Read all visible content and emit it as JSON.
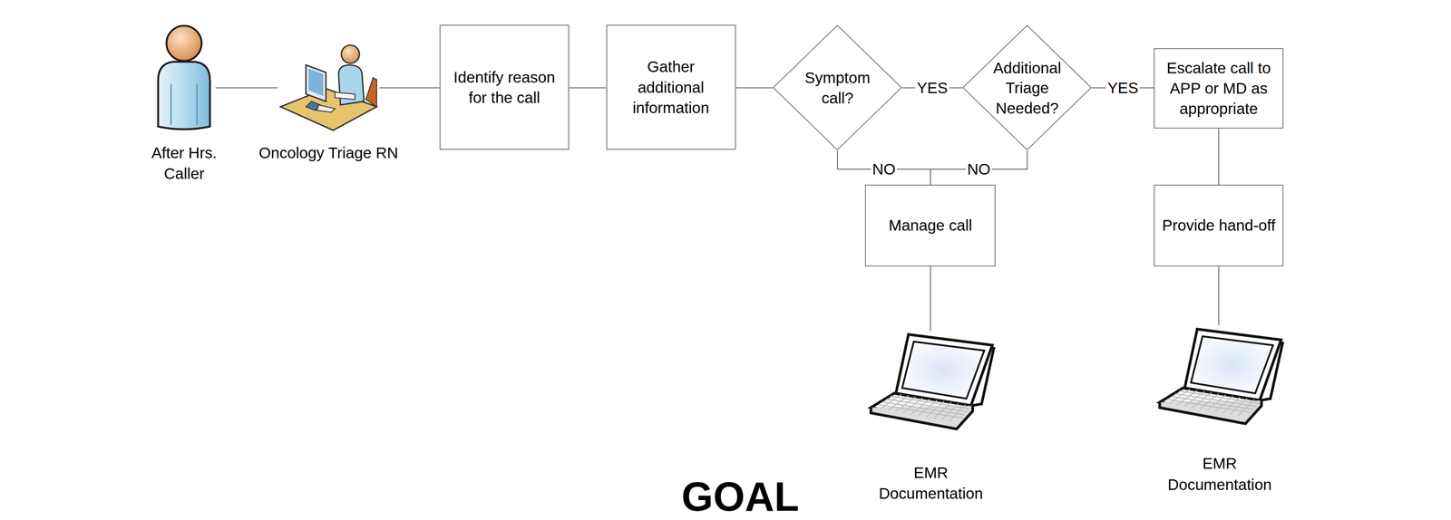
{
  "diagram": {
    "title": "GOAL",
    "nodes": [
      {
        "text": [
          "After Hrs. Caller"
        ]
      },
      {
        "text": [
          "Oncology Triage RN"
        ]
      },
      {
        "text": [
          "Identify reason for the call"
        ]
      },
      {
        "text": [
          "Gather additional information"
        ]
      },
      {
        "text": [
          "Symptom call?"
        ]
      },
      {
        "text": [
          "Additional Triage Needed?"
        ]
      },
      {
        "text": [
          "Escalate call to APP or MD as appropriate"
        ]
      },
      {
        "text": [
          "Manage call"
        ]
      },
      {
        "text": [
          "Provide hand-off"
        ]
      },
      {
        "text": [
          "EMR Documentation"
        ]
      },
      {
        "text": [
          "EMR Documentation"
        ]
      }
    ],
    "edges": [
      {
        "from": 0,
        "to": 1,
        "arrow": "none"
      },
      {
        "from": 1,
        "to": 2,
        "arrow": "none"
      },
      {
        "from": 2,
        "to": 3,
        "arrow": "none"
      },
      {
        "from": 3,
        "to": 4,
        "arrow": "none"
      },
      {
        "from": 4,
        "to": 5,
        "label": "YES",
        "arrow": "none"
      },
      {
        "from": 5,
        "to": 6,
        "label": "YES",
        "arrow": "none"
      },
      {
        "from": 4,
        "to": 7,
        "label": "NO",
        "arrow": "none"
      },
      {
        "from": 5,
        "to": 7,
        "label": "NO",
        "arrow": "none"
      },
      {
        "from": 6,
        "to": 8,
        "arrow": "none"
      },
      {
        "from": 7,
        "to": 9,
        "arrow": "none"
      },
      {
        "from": 8,
        "to": 10,
        "arrow": "none"
      }
    ]
  }
}
